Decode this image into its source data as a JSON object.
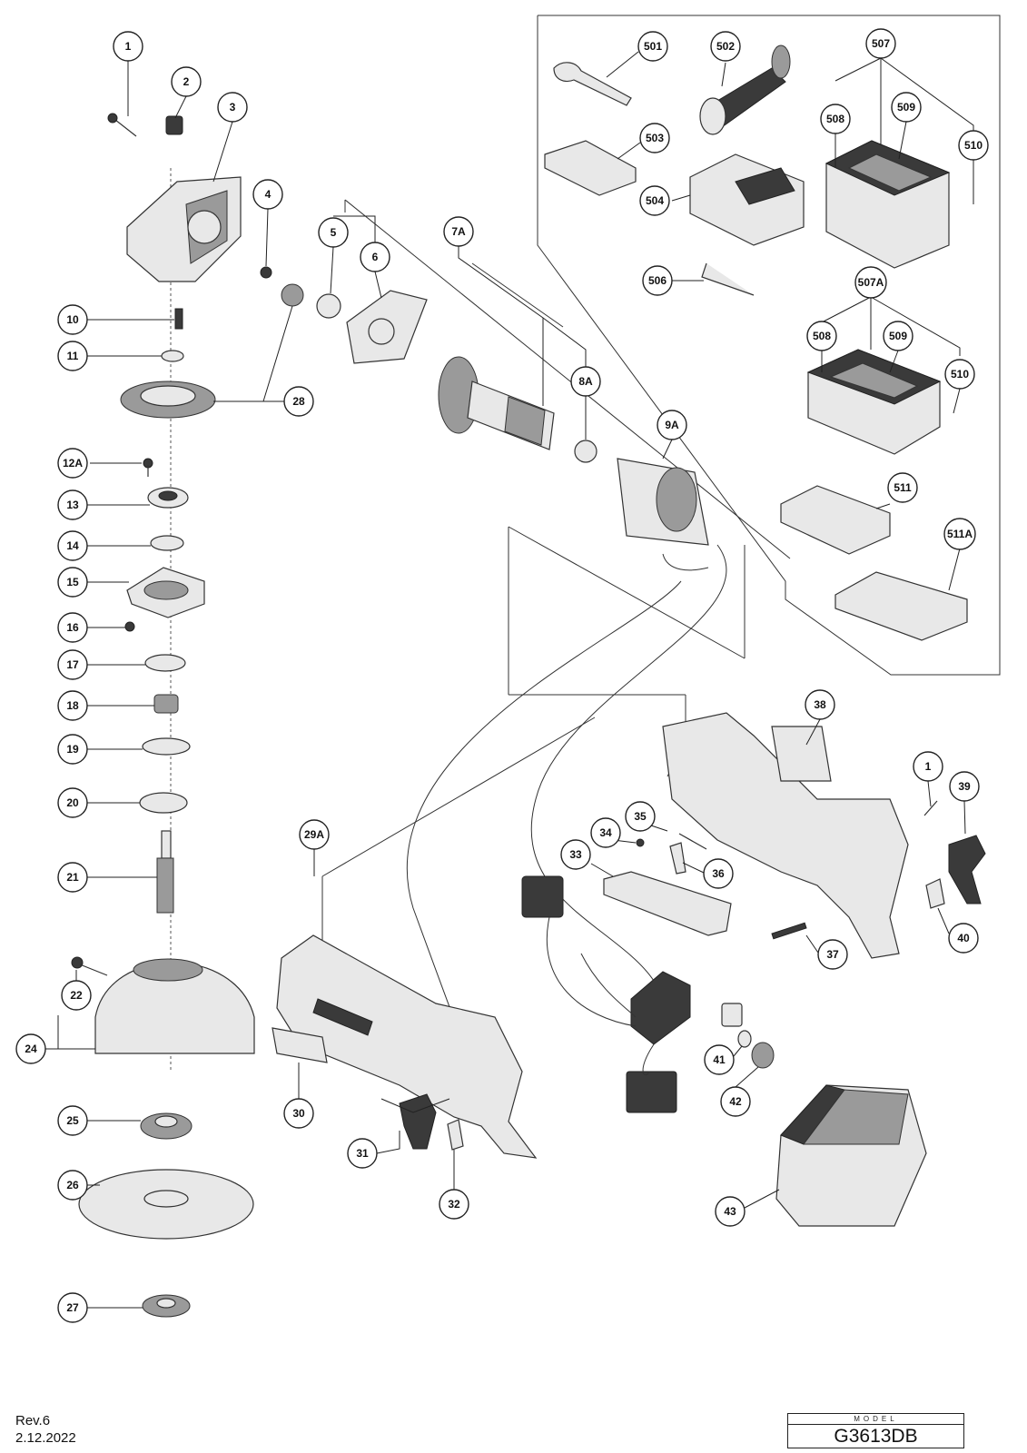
{
  "callouts": [
    {
      "label": "1"
    },
    {
      "label": "2"
    },
    {
      "label": "3"
    },
    {
      "label": "4"
    },
    {
      "label": "5"
    },
    {
      "label": "6"
    },
    {
      "label": "7A"
    },
    {
      "label": "8A"
    },
    {
      "label": "9A"
    },
    {
      "label": "10"
    },
    {
      "label": "11"
    },
    {
      "label": "28"
    },
    {
      "label": "12A"
    },
    {
      "label": "13"
    },
    {
      "label": "14"
    },
    {
      "label": "15"
    },
    {
      "label": "16"
    },
    {
      "label": "17"
    },
    {
      "label": "18"
    },
    {
      "label": "19"
    },
    {
      "label": "20"
    },
    {
      "label": "21"
    },
    {
      "label": "22"
    },
    {
      "label": "24"
    },
    {
      "label": "25"
    },
    {
      "label": "26"
    },
    {
      "label": "27"
    },
    {
      "label": "501"
    },
    {
      "label": "502"
    },
    {
      "label": "503"
    },
    {
      "label": "504"
    },
    {
      "label": "506"
    },
    {
      "label": "507"
    },
    {
      "label": "508"
    },
    {
      "label": "509"
    },
    {
      "label": "510"
    },
    {
      "label": "507A"
    },
    {
      "label": "508"
    },
    {
      "label": "509"
    },
    {
      "label": "510"
    },
    {
      "label": "511"
    },
    {
      "label": "511A"
    },
    {
      "label": "38"
    },
    {
      "label": "1"
    },
    {
      "label": "39"
    },
    {
      "label": "35"
    },
    {
      "label": "34"
    },
    {
      "label": "33"
    },
    {
      "label": "36"
    },
    {
      "label": "40"
    },
    {
      "label": "37"
    },
    {
      "label": "29A"
    },
    {
      "label": "30"
    },
    {
      "label": "31"
    },
    {
      "label": "32"
    },
    {
      "label": "41"
    },
    {
      "label": "42"
    },
    {
      "label": "43"
    }
  ],
  "footer": {
    "revision": "Rev.6",
    "date": "2.12.2022",
    "model_caption": "MODEL",
    "model_name": "G3613DB"
  }
}
